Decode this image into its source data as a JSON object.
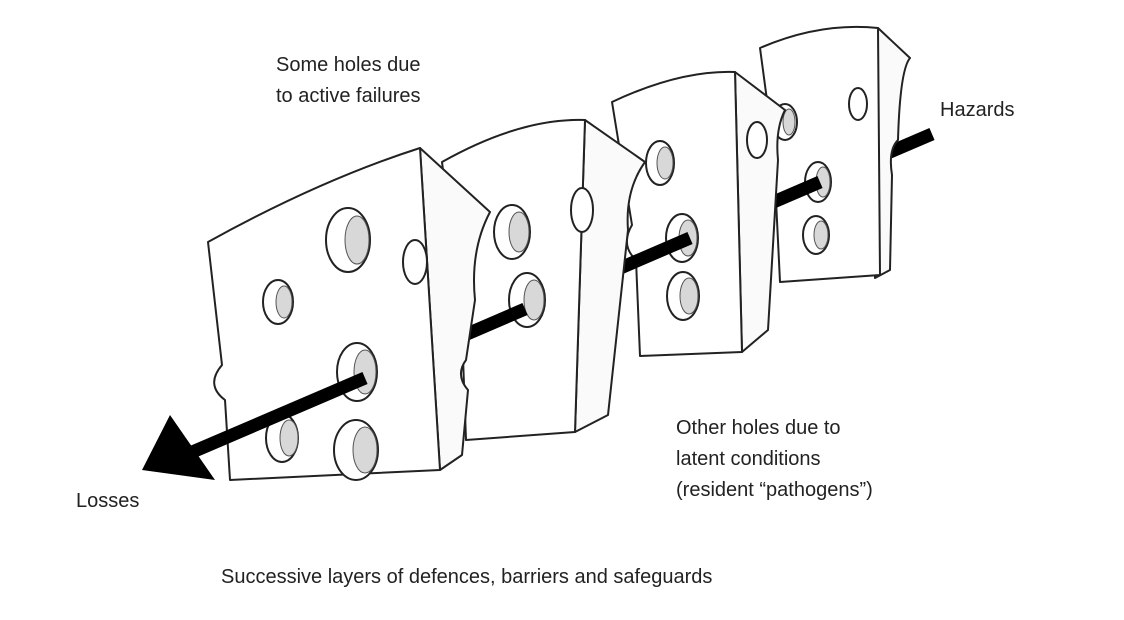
{
  "diagram": {
    "labels": {
      "active_failures": [
        "Some holes due",
        "to active failures"
      ],
      "hazards": "Hazards",
      "latent_conditions": [
        "Other holes due to",
        "latent conditions",
        "(resident “pathogens”)"
      ],
      "losses": "Losses",
      "caption": "Successive layers of defences, barriers and safeguards"
    },
    "layers_count": 4,
    "colors": {
      "stroke": "#222222",
      "hole_fill": "#d8d8d8",
      "arrow": "#000000"
    }
  }
}
